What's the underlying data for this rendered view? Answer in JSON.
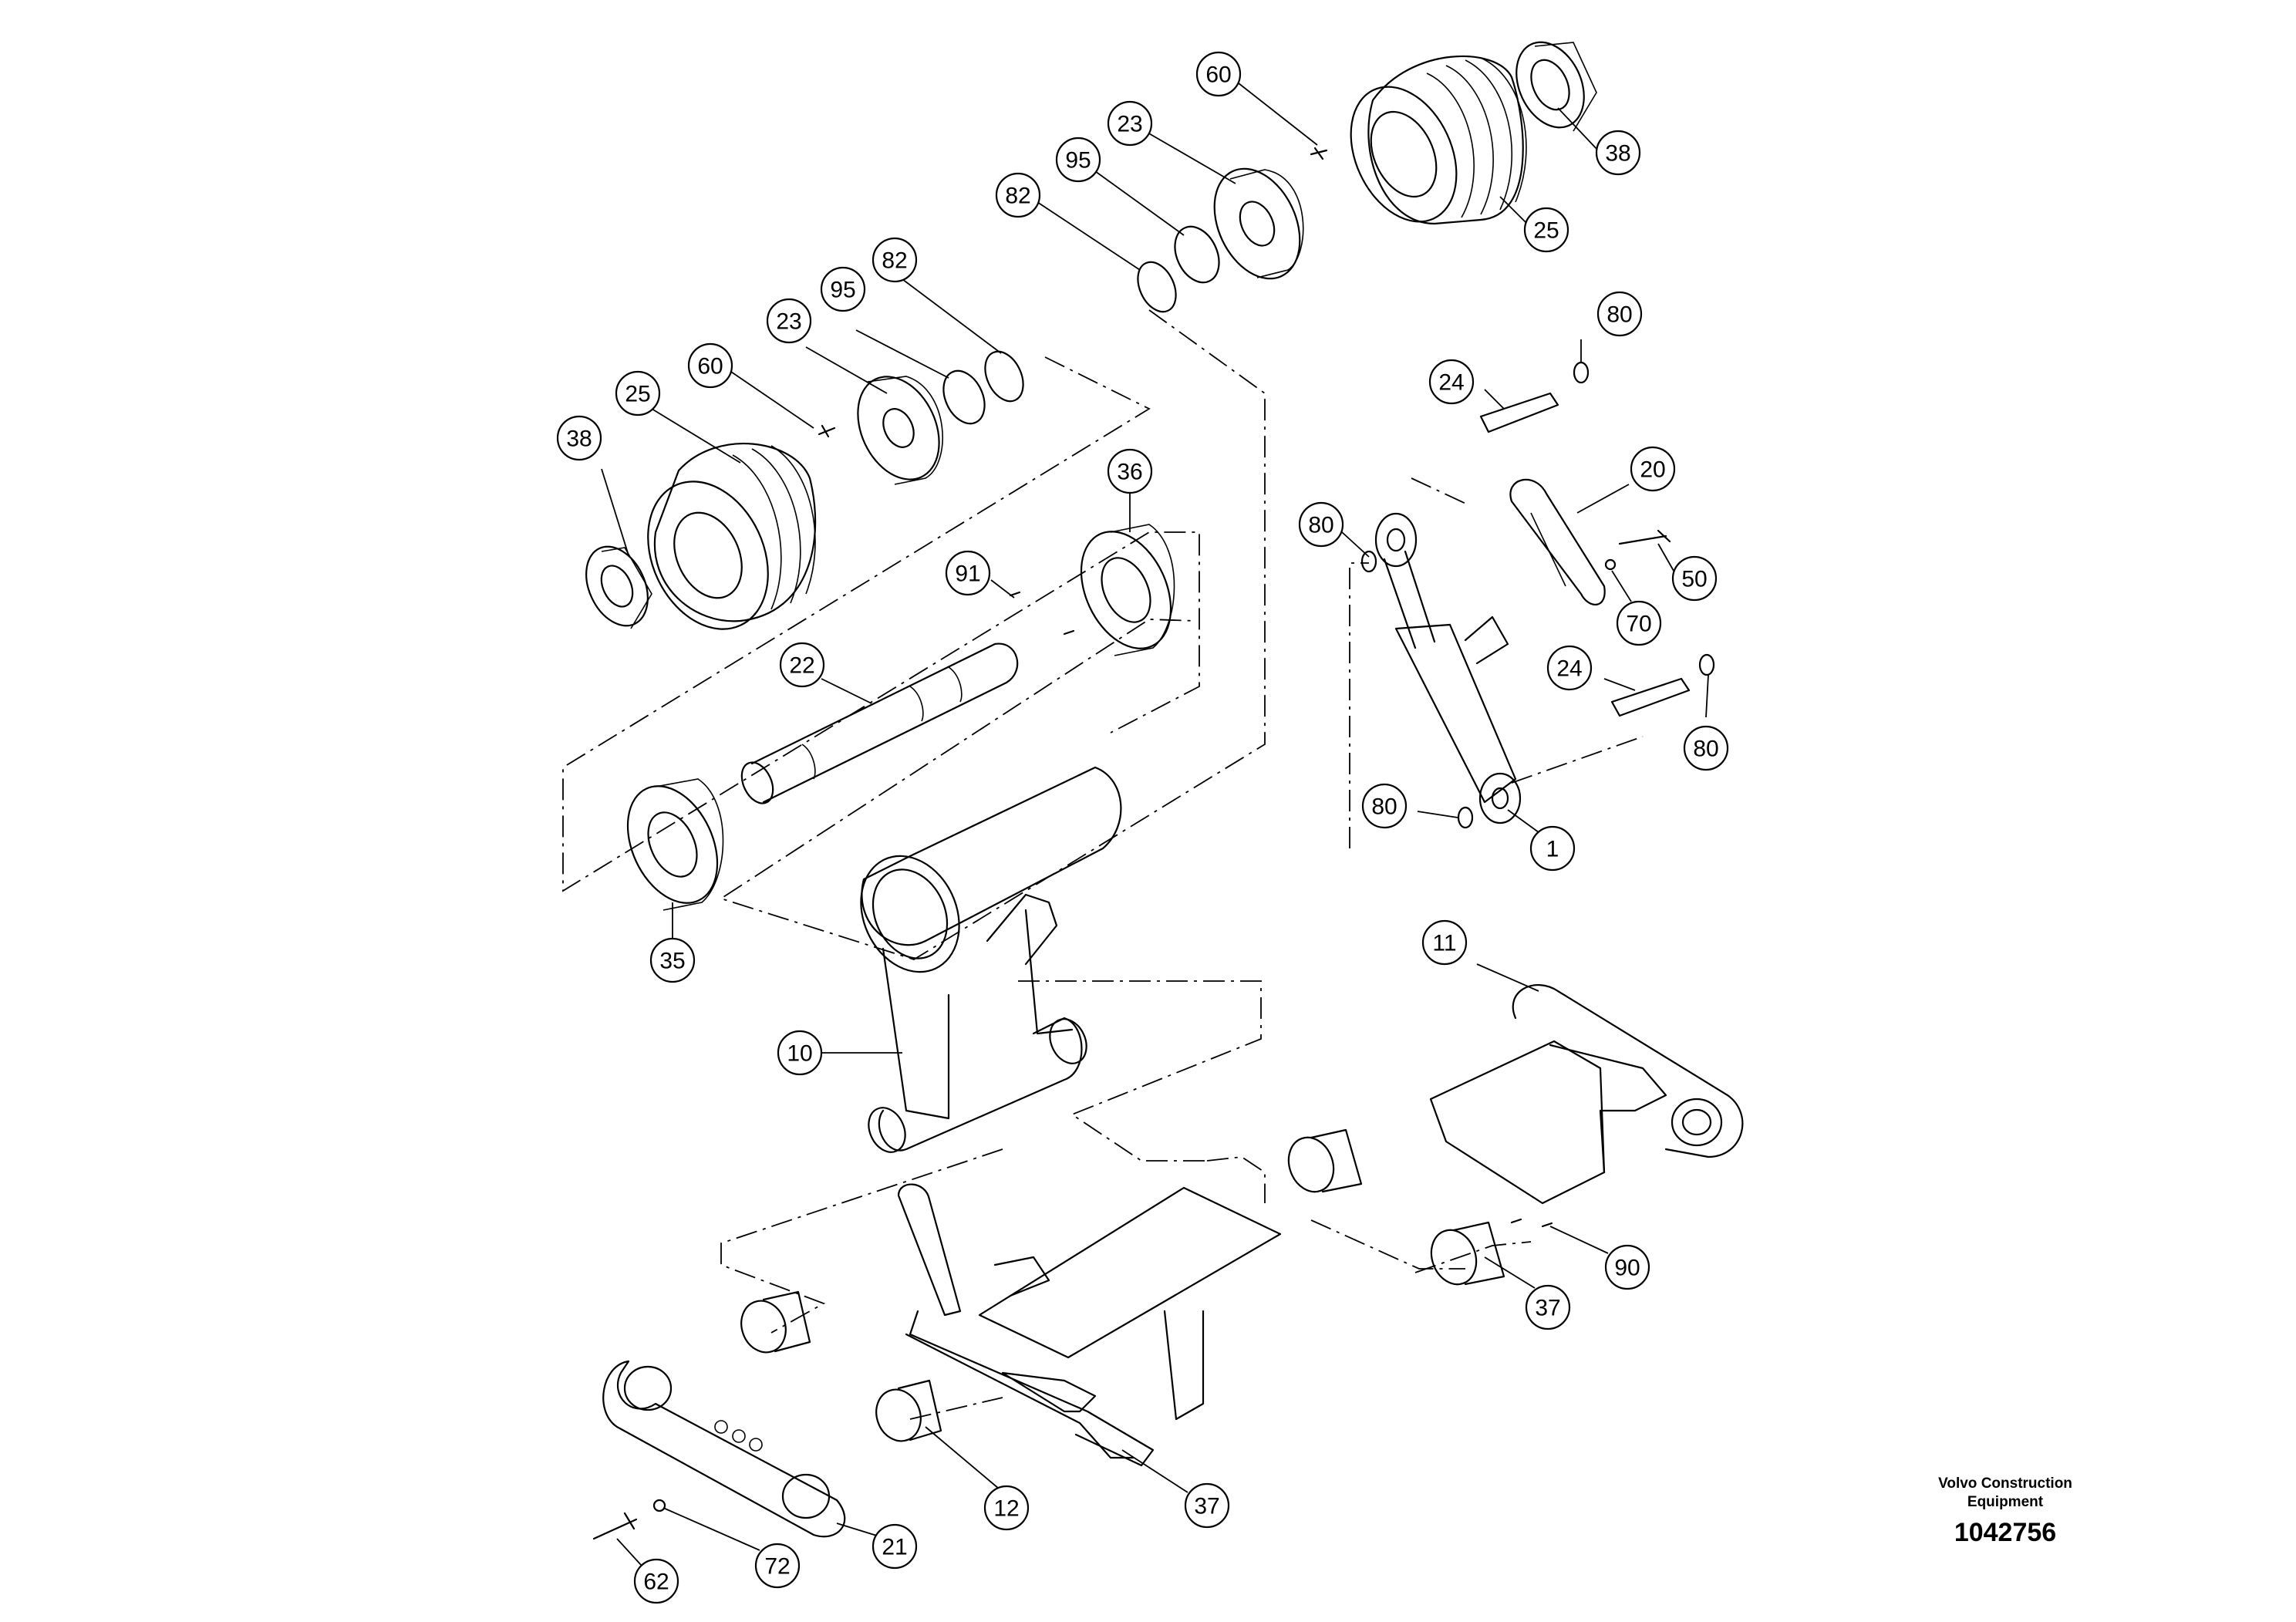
{
  "diagram": {
    "brand": "Volvo Construction Equipment",
    "document_number": "1042756",
    "callouts": [
      "60",
      "23",
      "95",
      "82",
      "38",
      "25",
      "82",
      "95",
      "23",
      "60",
      "25",
      "38",
      "36",
      "91",
      "22",
      "35",
      "80",
      "24",
      "80",
      "20",
      "50",
      "70",
      "24",
      "80",
      "80",
      "1",
      "10",
      "11",
      "90",
      "37",
      "12",
      "37",
      "21",
      "72",
      "62"
    ],
    "parts": [
      {
        "id": "pulley-upper",
        "label": "25"
      },
      {
        "id": "pulley-left",
        "label": "25"
      },
      {
        "id": "shaft",
        "label": "22"
      },
      {
        "id": "bearing-left",
        "label": "35"
      },
      {
        "id": "bearing-right",
        "label": "36"
      },
      {
        "id": "hydraulic-cylinder",
        "label": "1"
      },
      {
        "id": "swing-arm",
        "label": "10"
      },
      {
        "id": "link-right",
        "label": "11"
      },
      {
        "id": "frame",
        "label": "12"
      },
      {
        "id": "link-left",
        "label": "21"
      }
    ]
  }
}
